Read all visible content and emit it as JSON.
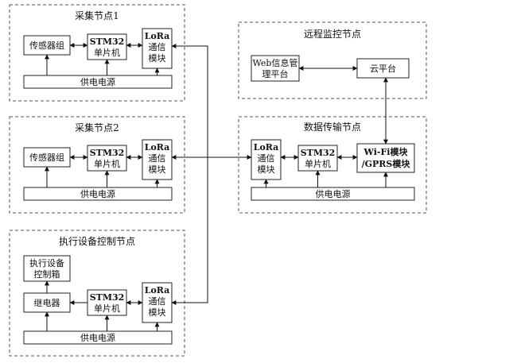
{
  "groups": {
    "node1": {
      "title": "采集节点1",
      "sensor": "传感器组",
      "mcu": [
        "STM32",
        "单片机"
      ],
      "lora": [
        "LoRa",
        "通信",
        "模块"
      ],
      "power": "供电电源"
    },
    "node2": {
      "title": "采集节点2",
      "sensor": "传感器组",
      "mcu": [
        "STM32",
        "单片机"
      ],
      "lora": [
        "LoRa",
        "通信",
        "模块"
      ],
      "power": "供电电源"
    },
    "actuator": {
      "title": "执行设备控制节点",
      "box": [
        "执行设备",
        "控制箱"
      ],
      "relay": "继电器",
      "mcu": [
        "STM32",
        "单片机"
      ],
      "lora": [
        "LoRa",
        "通信",
        "模块"
      ],
      "power": "供电电源"
    },
    "remote": {
      "title": "远程监控节点",
      "web": [
        "Web信息管",
        "理平台"
      ],
      "cloud": "云平台"
    },
    "transfer": {
      "title": "数据传输节点",
      "lora": [
        "LoRa",
        "通信",
        "模块"
      ],
      "mcu": [
        "STM32",
        "单片机"
      ],
      "wifi": [
        "Wi-Fi模块",
        "/GPRS模块"
      ],
      "power": "供电电源"
    }
  }
}
